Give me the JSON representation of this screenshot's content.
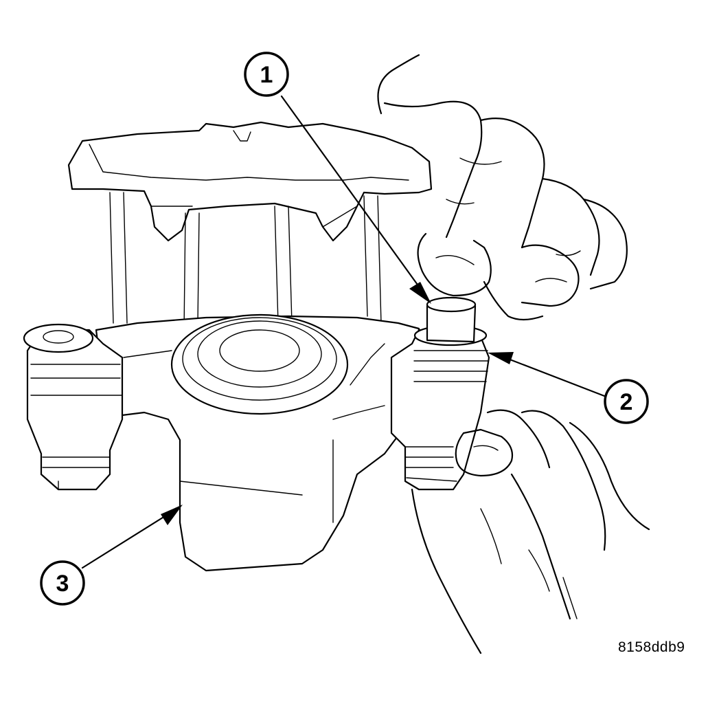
{
  "callouts": [
    {
      "id": "1",
      "label": "1"
    },
    {
      "id": "2",
      "label": "2"
    },
    {
      "id": "3",
      "label": "3"
    }
  ],
  "figure_code": "8158ddb9",
  "colors": {
    "line": "#000000",
    "background": "#ffffff"
  }
}
